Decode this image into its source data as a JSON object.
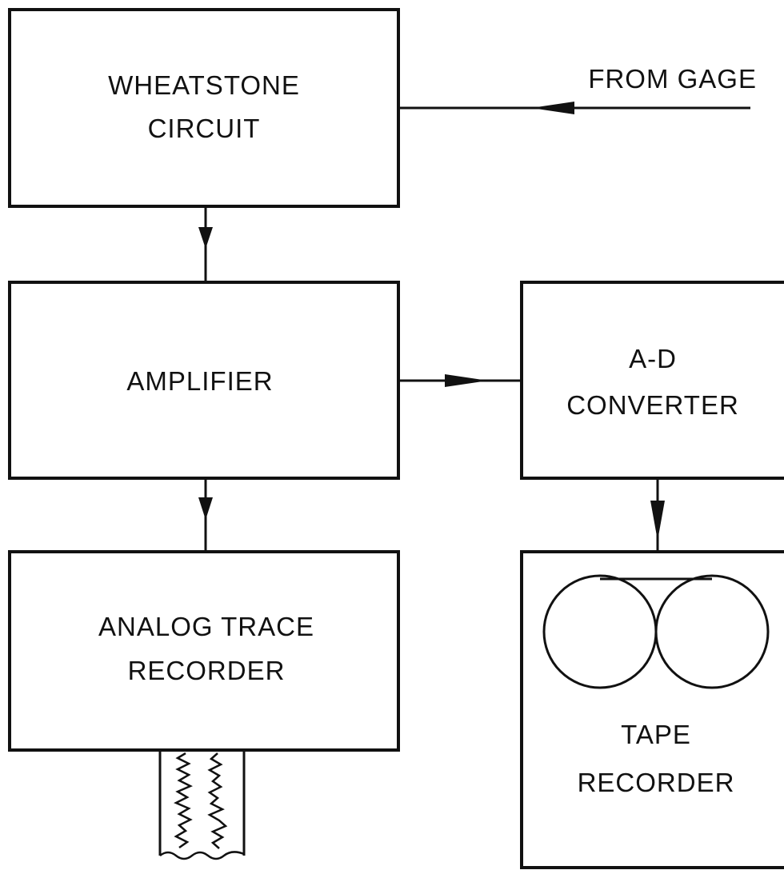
{
  "diagram": {
    "input_label": "FROM GAGE",
    "blocks": {
      "wheatstone": {
        "line1": "WHEATSTONE",
        "line2": "CIRCUIT"
      },
      "amplifier": {
        "line1": "AMPLIFIER"
      },
      "ad_converter": {
        "line1": "A-D",
        "line2": "CONVERTER"
      },
      "analog_recorder": {
        "line1": "ANALOG  TRACE",
        "line2": "RECORDER"
      },
      "tape_recorder": {
        "line1": "TAPE",
        "line2": "RECORDER"
      }
    },
    "connections": [
      {
        "from": "FROM GAGE",
        "to": "WHEATSTONE CIRCUIT"
      },
      {
        "from": "WHEATSTONE CIRCUIT",
        "to": "AMPLIFIER"
      },
      {
        "from": "AMPLIFIER",
        "to": "A-D CONVERTER"
      },
      {
        "from": "AMPLIFIER",
        "to": "ANALOG TRACE RECORDER"
      },
      {
        "from": "A-D CONVERTER",
        "to": "TAPE RECORDER"
      }
    ],
    "colors": {
      "ink": "#111111",
      "paper": "#ffffff"
    }
  }
}
